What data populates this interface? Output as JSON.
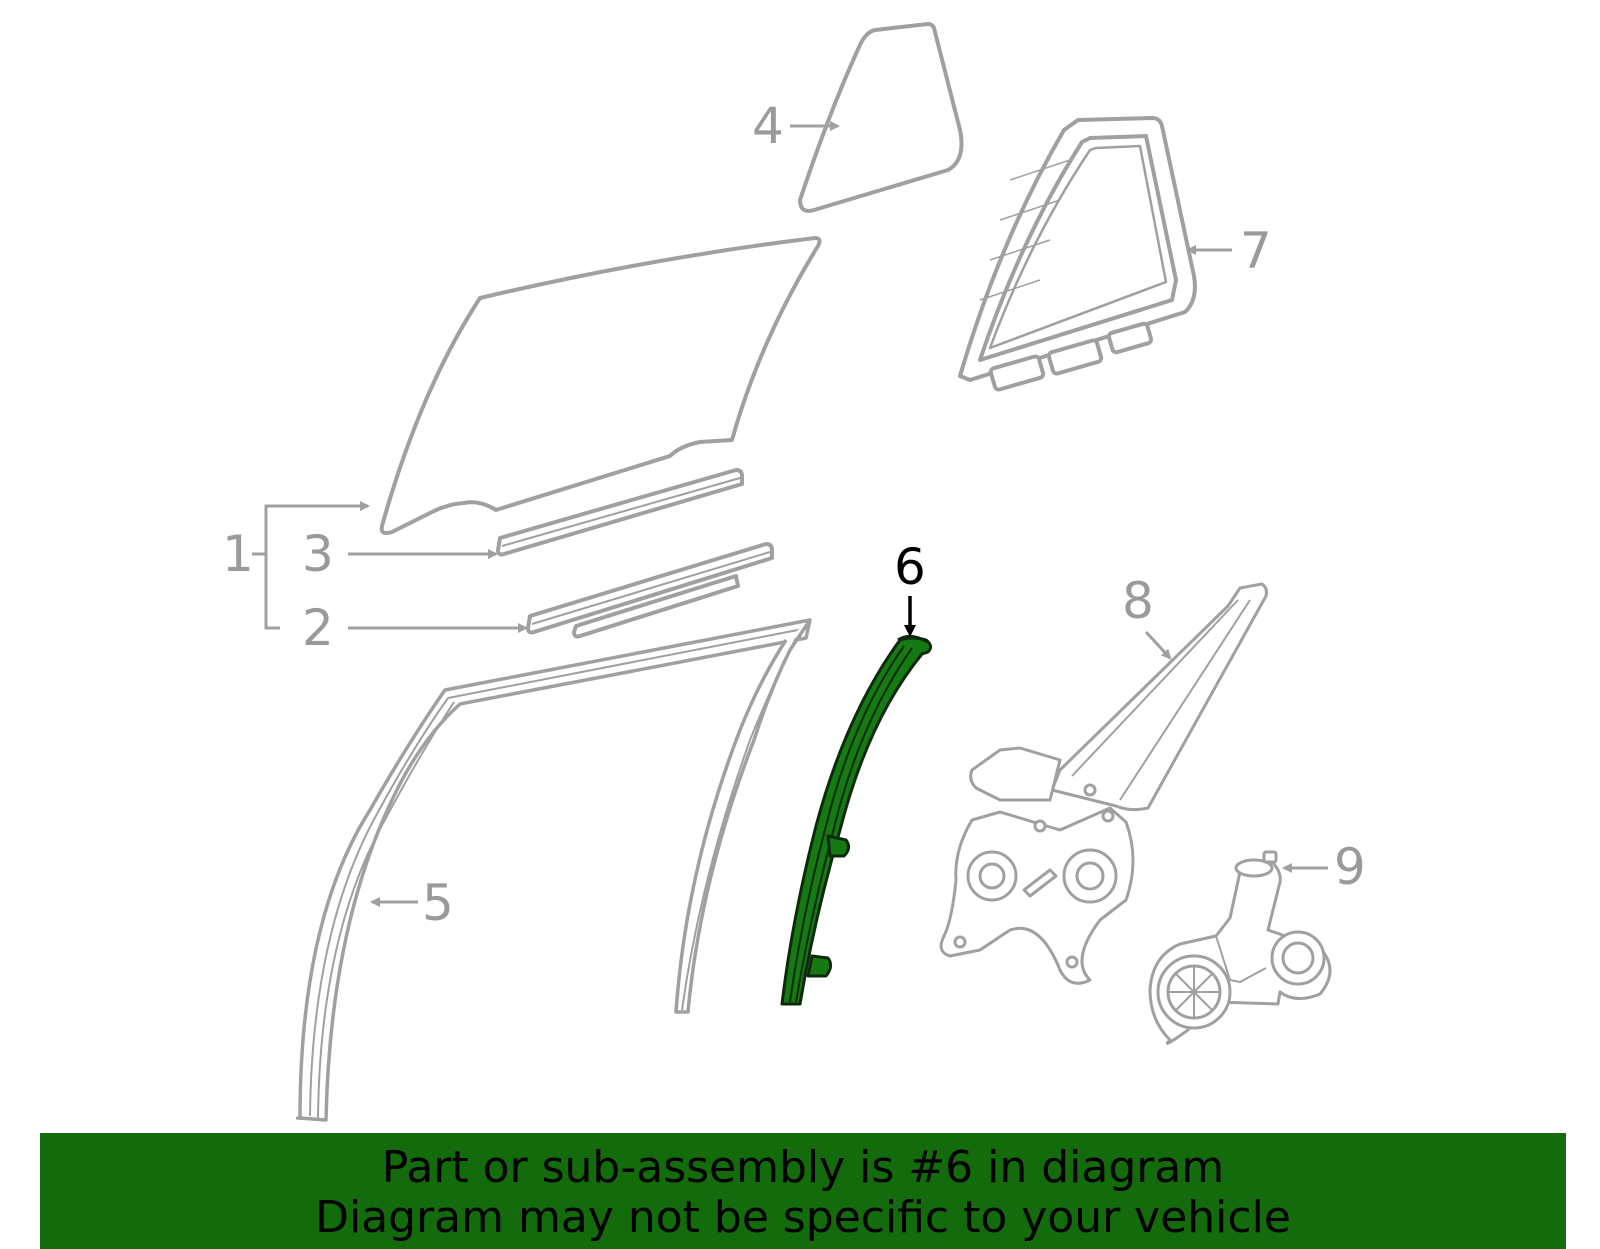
{
  "colors": {
    "part_outline": "#a0a0a0",
    "callout_text": "#9a9a9a",
    "highlight_fill": "#167a12",
    "highlight_outline": "#0e2a0c",
    "highlight_label": "#000000",
    "banner_bg": "#136b0c",
    "banner_text": "#000000"
  },
  "callouts": {
    "c1": "1",
    "c2": "2",
    "c3": "3",
    "c4": "4",
    "c5": "5",
    "c6": "6",
    "c7": "7",
    "c8": "8",
    "c9": "9"
  },
  "highlighted_part": "6",
  "banner": {
    "line1": "Part or sub-assembly is #6 in diagram",
    "line2": "Diagram may not be specific to your vehicle"
  }
}
